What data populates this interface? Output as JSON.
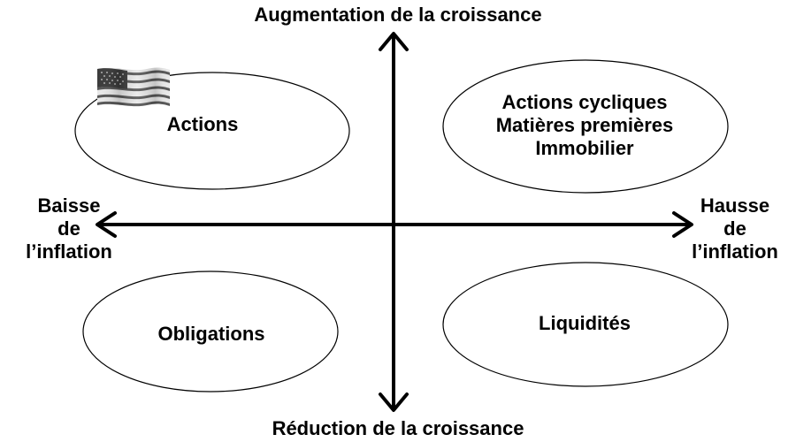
{
  "axes": {
    "top": "Augmentation de la croissance",
    "bottom": "Réduction de la croissance",
    "left": [
      "Baisse",
      "de",
      "l’inflation"
    ],
    "right": [
      "Hausse",
      "de",
      "l’inflation"
    ]
  },
  "quadrants": {
    "top_left": "Actions",
    "top_right": [
      "Actions cycliques",
      "Matières premières",
      "Immobilier"
    ],
    "bottom_left": "Obligations",
    "bottom_right": "Liquidités"
  },
  "colors": {
    "line": "#000000",
    "background": "#ffffff"
  },
  "flag_icon": "us-flag-icon"
}
